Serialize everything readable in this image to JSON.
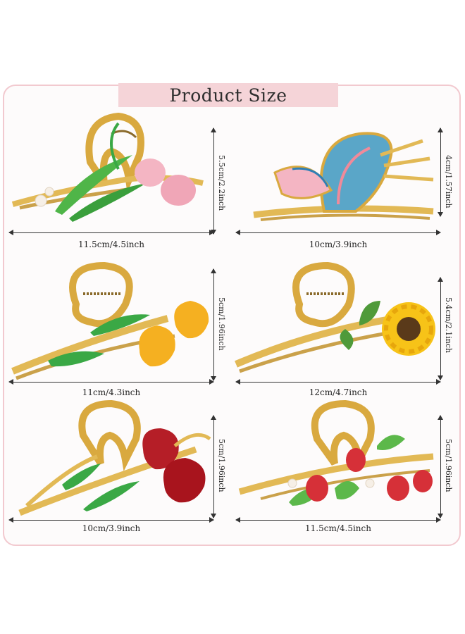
{
  "title": "Product Size",
  "colors": {
    "frame_border": "#f2c9cf",
    "title_bg": "#f5d4d8",
    "gold": "#e2b955",
    "leaf_green": "#3aa845"
  },
  "products": [
    {
      "name_icon": "lily-of-the-valley-hair-claw-icon",
      "width_label": "11.5cm/4.5inch",
      "height_label": "5.5cm/2.2inch"
    },
    {
      "name_icon": "butterfly-hair-claw-icon",
      "width_label": "10cm/3.9inch",
      "height_label": "4cm/1.57inch"
    },
    {
      "name_icon": "yellow-tulip-hair-claw-icon",
      "width_label": "11cm/4.3inch",
      "height_label": "5cm/1.96inch"
    },
    {
      "name_icon": "sunflower-hair-claw-icon",
      "width_label": "12cm/4.7inch",
      "height_label": "5.4cm/2.1inch"
    },
    {
      "name_icon": "red-tulip-hair-claw-icon",
      "width_label": "10cm/3.9inch",
      "height_label": "5cm/1.96inch"
    },
    {
      "name_icon": "strawberry-hair-claw-icon",
      "width_label": "11.5cm/4.5inch",
      "height_label": "5cm/1.96inch"
    }
  ]
}
